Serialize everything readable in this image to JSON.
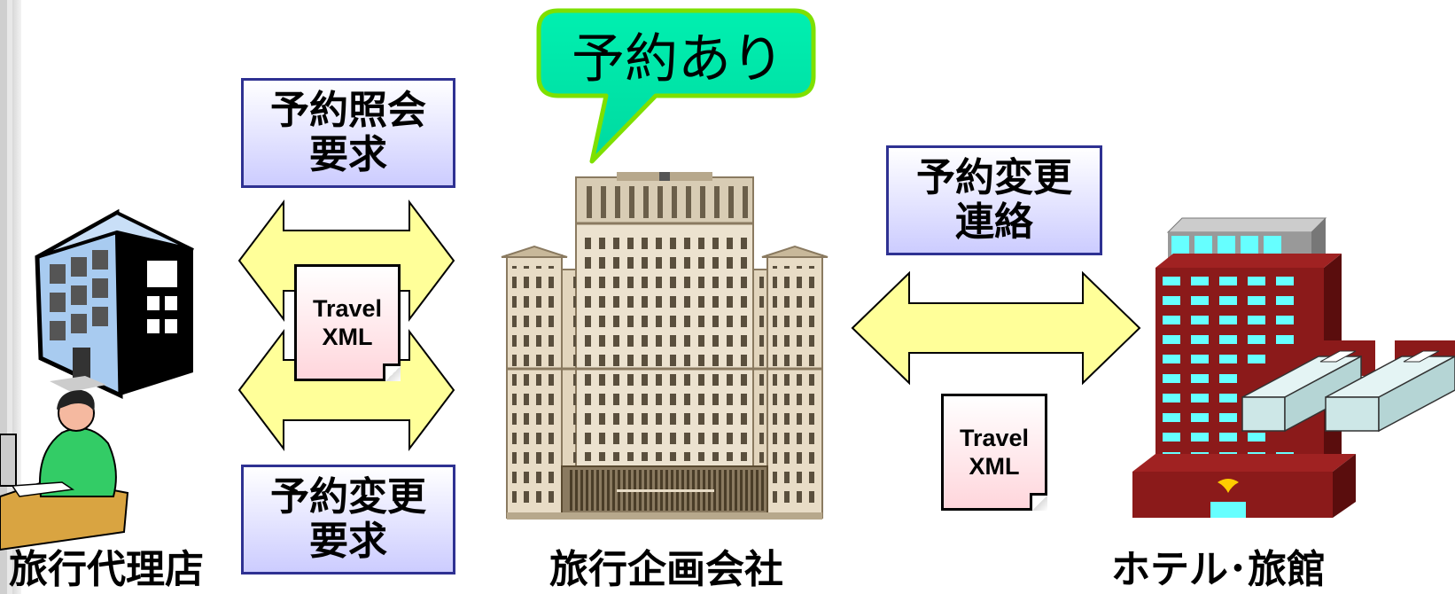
{
  "callout": {
    "text": "予約あり"
  },
  "left_boxes": {
    "inquiry": {
      "line1": "予約照会",
      "line2": "要求"
    },
    "change": {
      "line1": "予約変更",
      "line2": "要求"
    }
  },
  "right_box": {
    "line1": "予約変更",
    "line2": "連絡"
  },
  "documents": [
    {
      "line1": "Travel",
      "line2": "XML"
    },
    {
      "line1": "Travel",
      "line2": "XML"
    }
  ],
  "labels": {
    "agency": "旅行代理店",
    "planner": "旅行企画会社",
    "hotel": "ホテル･旅館"
  },
  "colors": {
    "arrow_fill": "#ffff99",
    "box_border": "#2e3192",
    "callout_fill": "#00e6a8"
  }
}
